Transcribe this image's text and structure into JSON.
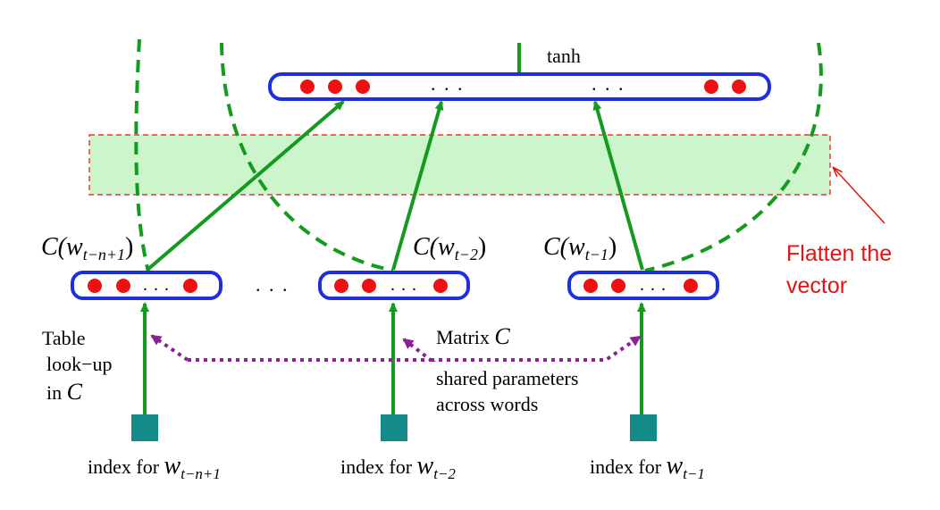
{
  "diagram": {
    "hidden_activation": "tanh",
    "hidden_ellipsis_left": ". . .",
    "hidden_ellipsis_right": ". . .",
    "embedding_ellipsis": ". . .",
    "between_embeddings_ellipsis": ". . .",
    "embeddings": [
      {
        "label": "C(w",
        "subscript": "t−n+1",
        "label_close": ")"
      },
      {
        "label": "C(w",
        "subscript": "t−2",
        "label_close": ")"
      },
      {
        "label": "C(w",
        "subscript": "t−1",
        "label_close": ")"
      }
    ],
    "indices": [
      {
        "label": "index for ",
        "var": "w",
        "subscript": "t−n+1"
      },
      {
        "label": "index for ",
        "var": "w",
        "subscript": "t−2"
      },
      {
        "label": "index for ",
        "var": "w",
        "subscript": "t−1"
      }
    ],
    "table_lookup": [
      "Table",
      "look−up",
      "in "
    ],
    "table_lookup_var": "C",
    "matrix_label": "Matrix ",
    "matrix_var": "C",
    "shared_parameters": [
      "shared parameters",
      "across words"
    ],
    "annotation": [
      "Flatten the",
      "vector"
    ]
  },
  "colors": {
    "vector_border": "#1f2fe0",
    "unit_dot": "#ee1111",
    "connection": "#159a20",
    "shared_link": "#8e1f96",
    "index_square": "#158a8a",
    "annotation": "#e01414",
    "flatten_fill": "#ccf5cc"
  }
}
